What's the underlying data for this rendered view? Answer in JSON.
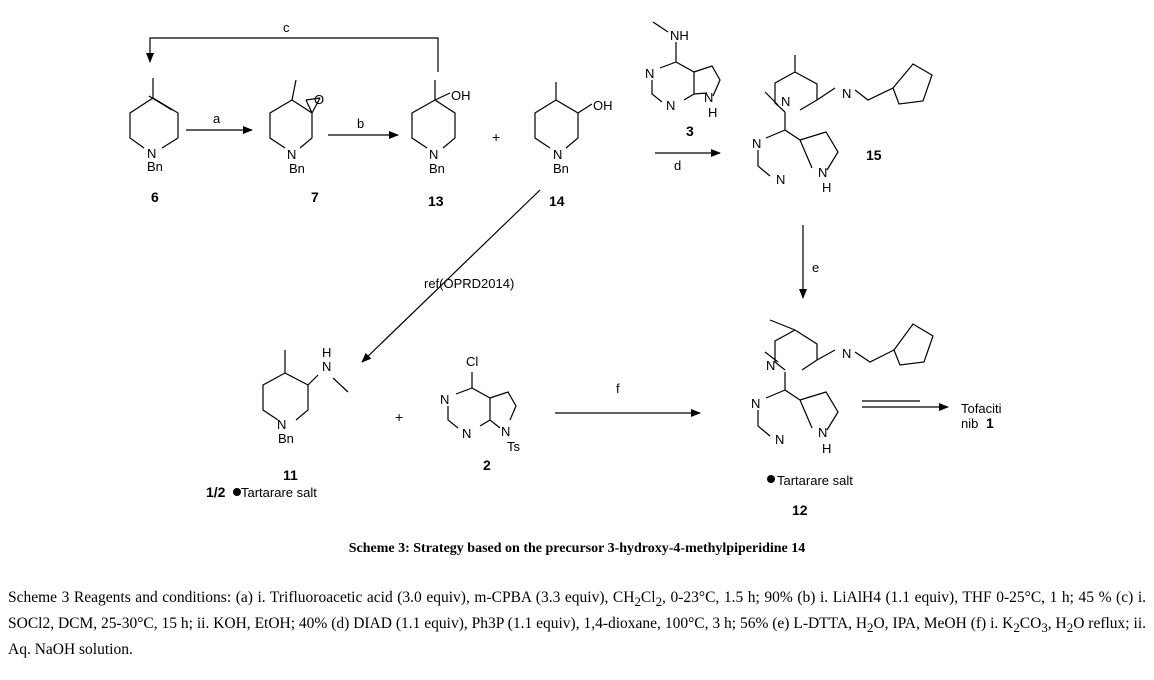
{
  "compounds": {
    "c6": {
      "number": "6",
      "atoms": [
        "N",
        "Bn"
      ]
    },
    "c7": {
      "number": "7",
      "atoms": [
        "N",
        "Bn",
        "O"
      ]
    },
    "c13": {
      "number": "13",
      "atoms": [
        "N",
        "Bn",
        "OH"
      ]
    },
    "c14": {
      "number": "14",
      "atoms": [
        "N",
        "Bn",
        "OH"
      ]
    },
    "c3": {
      "number": "3",
      "atoms": [
        "NH",
        "N",
        "N",
        "N",
        "H"
      ]
    },
    "c15": {
      "number": "15",
      "atoms": [
        "N",
        "N",
        "N",
        "N",
        "N",
        "H"
      ]
    },
    "c11": {
      "number": "11",
      "atoms": [
        "N",
        "Bn",
        "N",
        "H"
      ],
      "salt_prefix": "1/2",
      "salt_text": "Tartarare salt"
    },
    "c2": {
      "number": "2",
      "atoms": [
        "Cl",
        "N",
        "N",
        "N",
        "Ts"
      ]
    },
    "c12": {
      "number": "12",
      "atoms": [
        "N",
        "N",
        "N",
        "N",
        "N",
        "H"
      ],
      "salt_text": "Tartarare salt"
    }
  },
  "arrows": {
    "a": "a",
    "b": "b",
    "c": "c",
    "d": "d",
    "e": "e",
    "f": "f",
    "ref": "ref(OPRD2014)"
  },
  "plus": "+",
  "product": {
    "line1": "Tofaciti",
    "line2": "nib",
    "number": "1"
  },
  "caption": "Scheme 3: Strategy based on the precursor 3-hydroxy-4-methylpiperidine 14",
  "conditions": {
    "p1": "Scheme 3 Reagents and conditions: (a) i. Trifluoroacetic acid (3.0 equiv), m-CPBA (3.3 equiv), CH",
    "s1": "2",
    "p2": "Cl",
    "s2": "2",
    "p3": ", 0-23°C, 1.5 h; 90% (b) i. LiAlH4 (1.1 equiv), THF 0-25°C, 1 h; 45 % (c) i. SOCl2, DCM, 25-30°C, 15 h; ii. KOH, EtOH; 40% (d) DIAD (1.1 equiv), Ph3P (1.1 equiv), 1,4-dioxane, 100°C, 3 h; 56% (e) L-DTTA, H",
    "s3": "2",
    "p4": "O, IPA, MeOH (f) i. K",
    "s4": "2",
    "p5": "CO",
    "s5": "3",
    "p6": ", H",
    "s6": "2",
    "p7": "O reflux; ii. Aq. NaOH solution."
  }
}
